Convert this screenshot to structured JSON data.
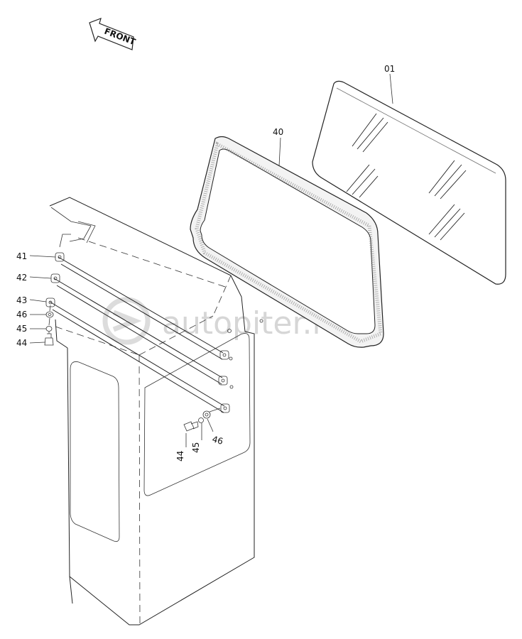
{
  "direction_arrow": {
    "label": "FRONT"
  },
  "watermark": {
    "text": "autopiter.ru"
  },
  "callouts": {
    "glass": "01",
    "weatherstrip": "40",
    "rail_top": "41",
    "rail_middle": "42",
    "rail_bottom": "43",
    "washer_left": "46",
    "lock_washer_left": "45",
    "bolt_left": "44",
    "bolt_right": "44",
    "lock_washer_right": "45",
    "washer_right": "46"
  }
}
